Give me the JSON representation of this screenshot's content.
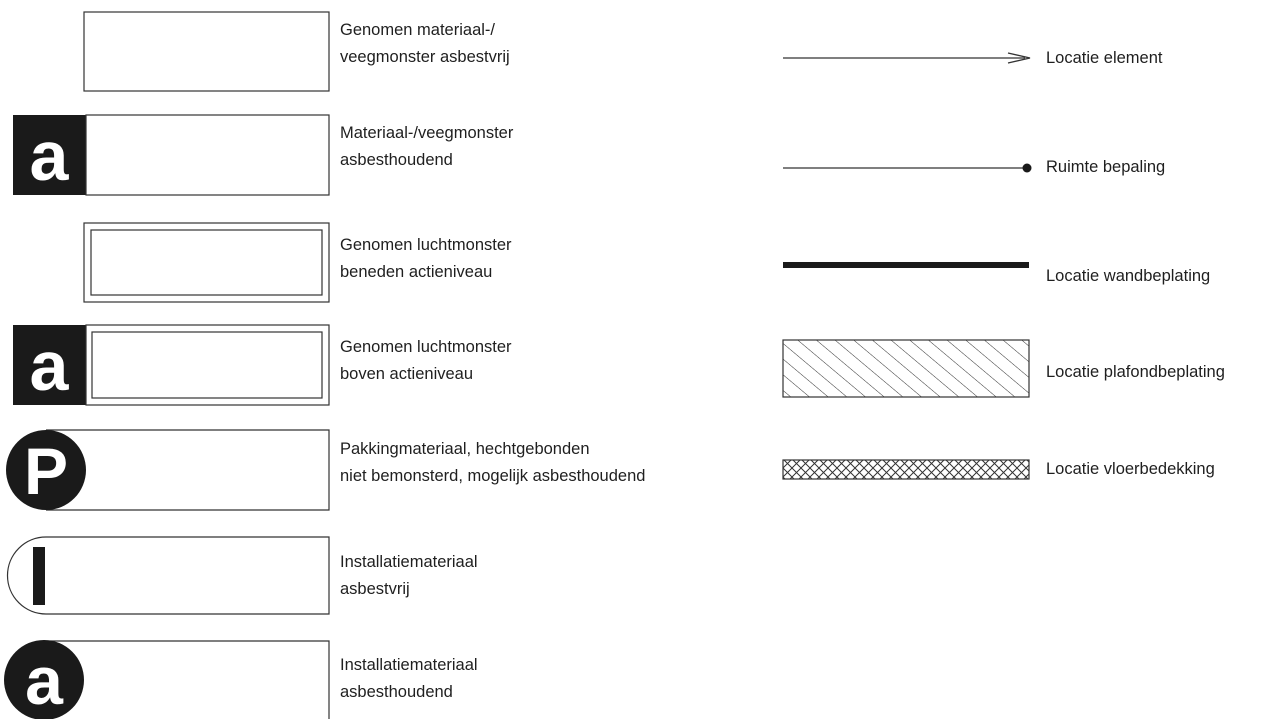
{
  "legend_left": [
    {
      "symbol": "sample-box-asbestos-free",
      "line1": "Genomen materiaal-/",
      "line2": "veegmonster asbestvrij"
    },
    {
      "symbol": "sample-box-asbestos-containing",
      "line1": "Materiaal-/veegmonster",
      "line2": "asbesthoudend"
    },
    {
      "symbol": "air-sample-below-action-level",
      "line1": "Genomen luchtmonster",
      "line2": "beneden actieniveau"
    },
    {
      "symbol": "air-sample-above-action-level",
      "line1": "Genomen luchtmonster",
      "line2": "boven actieniveau"
    },
    {
      "symbol": "packing-material-not-sampled",
      "line1": "Pakkingmateriaal, hechtgebonden",
      "line2": "niet bemonsterd, mogelijk asbesthoudend"
    },
    {
      "symbol": "installation-material-asbestos-free",
      "line1": "Installatiemateriaal",
      "line2": "asbestvrij"
    },
    {
      "symbol": "installation-material-asbestos-containing",
      "line1": "Installatiemateriaal",
      "line2": "asbesthoudend"
    }
  ],
  "legend_right": [
    {
      "symbol": "arrow-line",
      "label": "Locatie element"
    },
    {
      "symbol": "dot-line",
      "label": "Ruimte bepaling"
    },
    {
      "symbol": "thick-line",
      "label": "Locatie wandbeplating"
    },
    {
      "symbol": "diagonal-hatch",
      "label": "Locatie plafondbeplating"
    },
    {
      "symbol": "cross-hatch",
      "label": "Locatie vloerbedekking"
    }
  ],
  "glyphs": {
    "a": "a",
    "p": "P",
    "i": "I"
  },
  "colors": {
    "ink": "#1a1a1a",
    "line": "#333333"
  }
}
